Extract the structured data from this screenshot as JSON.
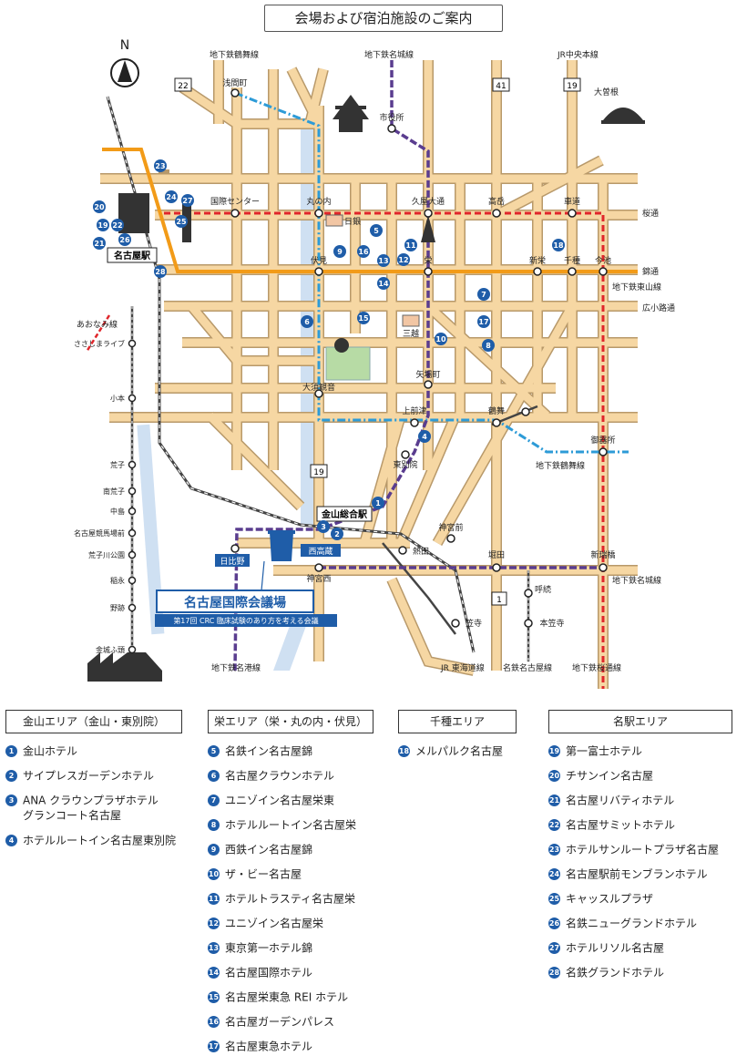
{
  "title": "会場および宿泊施設のご案内",
  "map": {
    "north": "N",
    "stations": {
      "asama": "浅間町",
      "shiyakusho": "市役所",
      "kokusai_center": "国際センター",
      "marunouchi": "丸の内",
      "hisaya": "久屋大通",
      "takaoka": "高岳",
      "kurumamichi": "車道",
      "fushimi": "伏見",
      "sakae": "栄",
      "shinsakae": "新栄",
      "chikusa": "千種",
      "imaike": "今池",
      "nagoya": "名古屋駅",
      "osu": "大須観音",
      "yabacho": "矢場町",
      "kamimaezu": "上前津",
      "tsurumai": "鶴舞",
      "higashibetsuin": "東別院",
      "gokiso": "御器所",
      "kanayama": "金山総合駅",
      "hibino": "日比野",
      "nishitakakura": "西高蔵",
      "jingunishi": "神宮西",
      "atsuta": "熱田",
      "jingumae": "神宮前",
      "horita": "堀田",
      "aratama": "新瑞橋",
      "yobitsugi": "呼続",
      "kasadera": "笠寺",
      "motokasadera": "本笠寺"
    },
    "lines": {
      "tsurumai_top": "地下鉄鶴舞線",
      "meijo_top": "地下鉄名城線",
      "jr_chuo": "JR中央本線",
      "sakuradori": "桜通",
      "nishikidori": "錦通",
      "higashiyama": "地下鉄東山線",
      "hirokoji": "広小路通",
      "tsurumai_bottom": "地下鉄鶴舞線",
      "meijo_bottom": "地下鉄名城線",
      "meiko": "地下鉄名港線",
      "jr_tokaido": "JR 東海道線",
      "meitetsu": "名鉄名古屋線",
      "sakuradori_line": "地下鉄桜通線",
      "aonami": "あおなみ線"
    },
    "aonami_stations": [
      "ささしまライブ",
      "小本",
      "荒子",
      "南荒子",
      "中島",
      "名古屋競馬場前",
      "荒子川公園",
      "稲永",
      "野跡",
      "金城ふ頭"
    ],
    "landmarks": {
      "nichigin": "日銀",
      "mitsukoshi": "三越",
      "daisone": "大曽根"
    },
    "routes": [
      "22",
      "41",
      "19",
      "19",
      "1"
    ],
    "venue": {
      "name": "名古屋国際会議場",
      "subtitle": "第17回 CRC 臨床試験のあり方を考える会議"
    },
    "markers": [
      "1",
      "2",
      "3",
      "4",
      "5",
      "6",
      "7",
      "8",
      "9",
      "10",
      "11",
      "12",
      "13",
      "14",
      "15",
      "16",
      "17",
      "18",
      "19",
      "20",
      "21",
      "22",
      "23",
      "24",
      "25",
      "26",
      "27",
      "28"
    ]
  },
  "areas": [
    {
      "name": "金山エリア（金山・東別院）",
      "hotels": [
        {
          "no": "1",
          "name": "金山ホテル"
        },
        {
          "no": "2",
          "name": "サイプレスガーデンホテル"
        },
        {
          "no": "3",
          "name": "ANA クラウンプラザホテル",
          "name2": "グランコート名古屋"
        },
        {
          "no": "4",
          "name": "ホテルルートイン名古屋東別院"
        }
      ]
    },
    {
      "name": "栄エリア（栄・丸の内・伏見）",
      "hotels": [
        {
          "no": "5",
          "name": "名鉄イン名古屋錦"
        },
        {
          "no": "6",
          "name": "名古屋クラウンホテル"
        },
        {
          "no": "7",
          "name": "ユニゾイン名古屋栄東"
        },
        {
          "no": "8",
          "name": "ホテルルートイン名古屋栄"
        },
        {
          "no": "9",
          "name": "西鉄イン名古屋錦"
        },
        {
          "no": "10",
          "name": "ザ・ビー名古屋"
        },
        {
          "no": "11",
          "name": "ホテルトラスティ名古屋栄"
        },
        {
          "no": "12",
          "name": "ユニゾイン名古屋栄"
        },
        {
          "no": "13",
          "name": "東京第一ホテル錦"
        },
        {
          "no": "14",
          "name": "名古屋国際ホテル"
        },
        {
          "no": "15",
          "name": "名古屋栄東急 REI ホテル"
        },
        {
          "no": "16",
          "name": "名古屋ガーデンパレス"
        },
        {
          "no": "17",
          "name": "名古屋東急ホテル"
        }
      ]
    },
    {
      "name": "千種エリア",
      "hotels": [
        {
          "no": "18",
          "name": "メルパルク名古屋"
        }
      ]
    },
    {
      "name": "名駅エリア",
      "hotels": [
        {
          "no": "19",
          "name": "第一富士ホテル"
        },
        {
          "no": "20",
          "name": "チサンイン名古屋"
        },
        {
          "no": "21",
          "name": "名古屋リバティホテル"
        },
        {
          "no": "22",
          "name": "名古屋サミットホテル"
        },
        {
          "no": "23",
          "name": "ホテルサンルートプラザ名古屋"
        },
        {
          "no": "24",
          "name": "名古屋駅前モンブランホテル"
        },
        {
          "no": "25",
          "name": "キャッスルプラザ"
        },
        {
          "no": "26",
          "name": "名鉄ニューグランドホテル"
        },
        {
          "no": "27",
          "name": "ホテルリソル名古屋"
        },
        {
          "no": "28",
          "name": "名鉄グランドホテル"
        }
      ]
    }
  ]
}
